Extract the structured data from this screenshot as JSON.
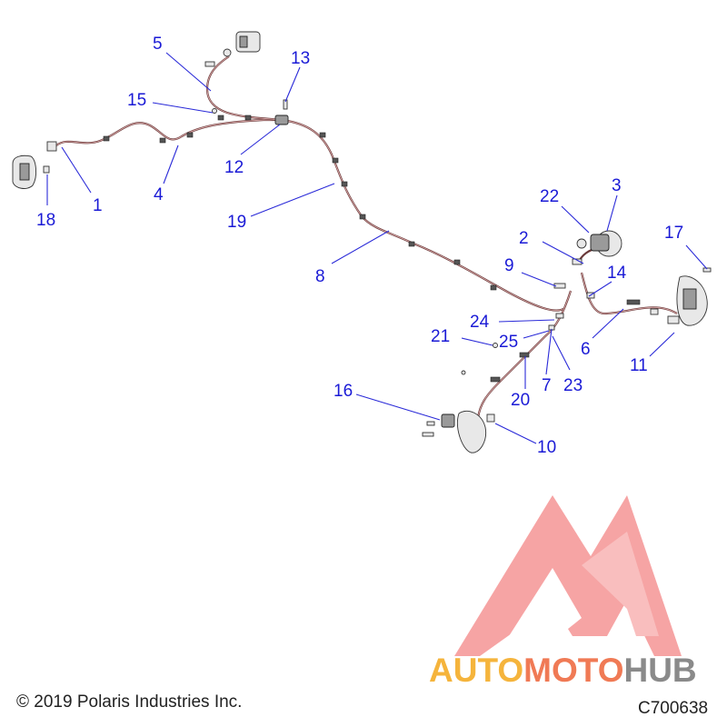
{
  "diagram": {
    "callouts": [
      {
        "id": "c1",
        "label": "1"
      },
      {
        "id": "c2",
        "label": "2"
      },
      {
        "id": "c3",
        "label": "3"
      },
      {
        "id": "c4",
        "label": "4"
      },
      {
        "id": "c5",
        "label": "5"
      },
      {
        "id": "c6",
        "label": "6"
      },
      {
        "id": "c7",
        "label": "7"
      },
      {
        "id": "c8",
        "label": "8"
      },
      {
        "id": "c9",
        "label": "9"
      },
      {
        "id": "c10",
        "label": "10"
      },
      {
        "id": "c11",
        "label": "11"
      },
      {
        "id": "c12",
        "label": "12"
      },
      {
        "id": "c13",
        "label": "13"
      },
      {
        "id": "c14",
        "label": "14"
      },
      {
        "id": "c15",
        "label": "15"
      },
      {
        "id": "c16",
        "label": "16"
      },
      {
        "id": "c17",
        "label": "17"
      },
      {
        "id": "c18",
        "label": "18"
      },
      {
        "id": "c19",
        "label": "19"
      },
      {
        "id": "c20",
        "label": "20"
      },
      {
        "id": "c21",
        "label": "21"
      },
      {
        "id": "c22",
        "label": "22"
      },
      {
        "id": "c23",
        "label": "23"
      },
      {
        "id": "c24",
        "label": "24"
      },
      {
        "id": "c25",
        "label": "25"
      }
    ],
    "callout_color": "#1a1ad6",
    "brake_line_color": "#6a3a3a"
  },
  "footer": {
    "copyright": "© 2019 Polaris Industries Inc.",
    "figure_code": "C700638"
  },
  "watermark": {
    "word_part1": "AUTO",
    "word_part2": "MOTO",
    "word_part3": "HUB",
    "colors": {
      "auto": "#f5b43c",
      "moto": "#f07a55",
      "hub": "#8a8a8a",
      "emblem": "#f05a5a"
    }
  }
}
